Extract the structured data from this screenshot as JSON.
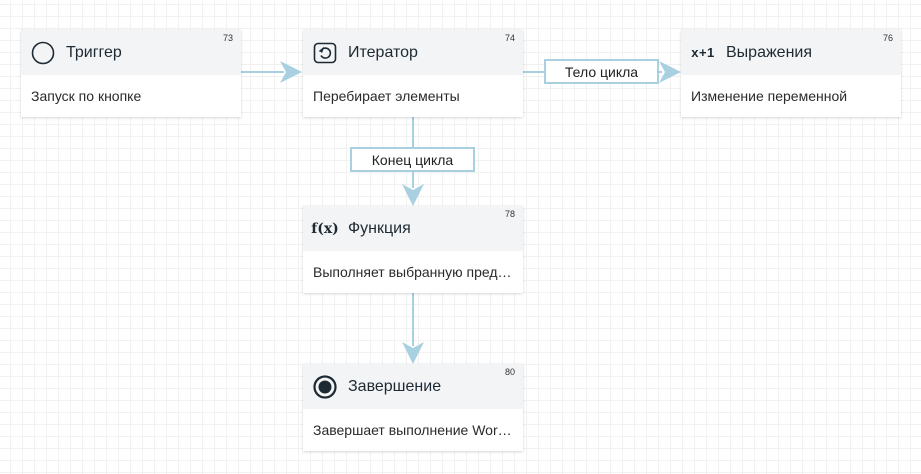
{
  "colors": {
    "edge": "#a8d0e0",
    "header": "#f3f4f6",
    "grid": "#f1f1f1"
  },
  "nodes": [
    {
      "id": "trigger",
      "number": "73",
      "title": "Триггер",
      "description": "Запуск по кнопке",
      "icon": "circle-outline-icon"
    },
    {
      "id": "iterator",
      "number": "74",
      "title": "Итератор",
      "description": "Перебирает элементы",
      "icon": "loop-icon"
    },
    {
      "id": "expressions",
      "number": "76",
      "title": "Выражения",
      "description": "Изменение переменной",
      "icon": "x-plus-one-icon",
      "icon_text": "x+1"
    },
    {
      "id": "function",
      "number": "78",
      "title": "Функция",
      "description": "Выполняет выбранную пред…",
      "icon": "function-icon",
      "icon_text": "f(x)"
    },
    {
      "id": "finish",
      "number": "80",
      "title": "Завершение",
      "description": "Завершает выполнение Wor…",
      "icon": "stop-circle-icon"
    }
  ],
  "edges": [
    {
      "from": "trigger",
      "to": "iterator",
      "label": ""
    },
    {
      "from": "iterator",
      "to": "expressions",
      "label": "Тело цикла"
    },
    {
      "from": "iterator",
      "to": "function",
      "label": "Конец цикла"
    },
    {
      "from": "function",
      "to": "finish",
      "label": ""
    }
  ]
}
